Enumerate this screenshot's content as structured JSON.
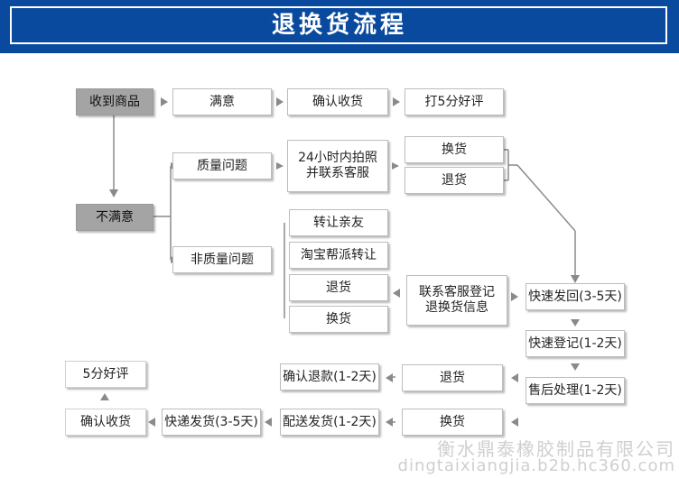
{
  "title": "退换货流程",
  "nodes": {
    "received": "收到商品",
    "satisfied": "满意",
    "confirm_receipt_top": "确认收货",
    "five_star_top": "打5分好评",
    "unsatisfied": "不满意",
    "quality_issue": "质量问题",
    "photo_contact": "24小时内拍照\n并联系客服",
    "exchange_q": "换货",
    "return_q": "退货",
    "non_quality_issue": "非质量问题",
    "transfer_friends": "转让亲友",
    "taobao_transfer": "淘宝帮派转让",
    "return_nq": "退货",
    "exchange_nq": "换货",
    "contact_register": "联系客服登记\n退换货信息",
    "fast_send_back": "快速发回(3-5天)",
    "fast_register": "快速登记(1-2天)",
    "after_sales": "售后处理(1-2天)",
    "return_bottom": "退货",
    "exchange_bottom": "换货",
    "confirm_refund": "确认退款(1-2天)",
    "deliver_ship": "配送发货(1-2天)",
    "express_ship": "快递发货(3-5天)",
    "confirm_receipt_bottom": "确认收货",
    "five_star_bottom": "5分好评"
  },
  "watermark": {
    "company": "衡水鼎泰橡胶制品有限公司",
    "url": "dingtaixiangjia.b2b.hc360.com"
  },
  "colors": {
    "banner": "#0a4a9e",
    "dark_box": "#a4a4a4",
    "line": "#8a8a8a"
  }
}
